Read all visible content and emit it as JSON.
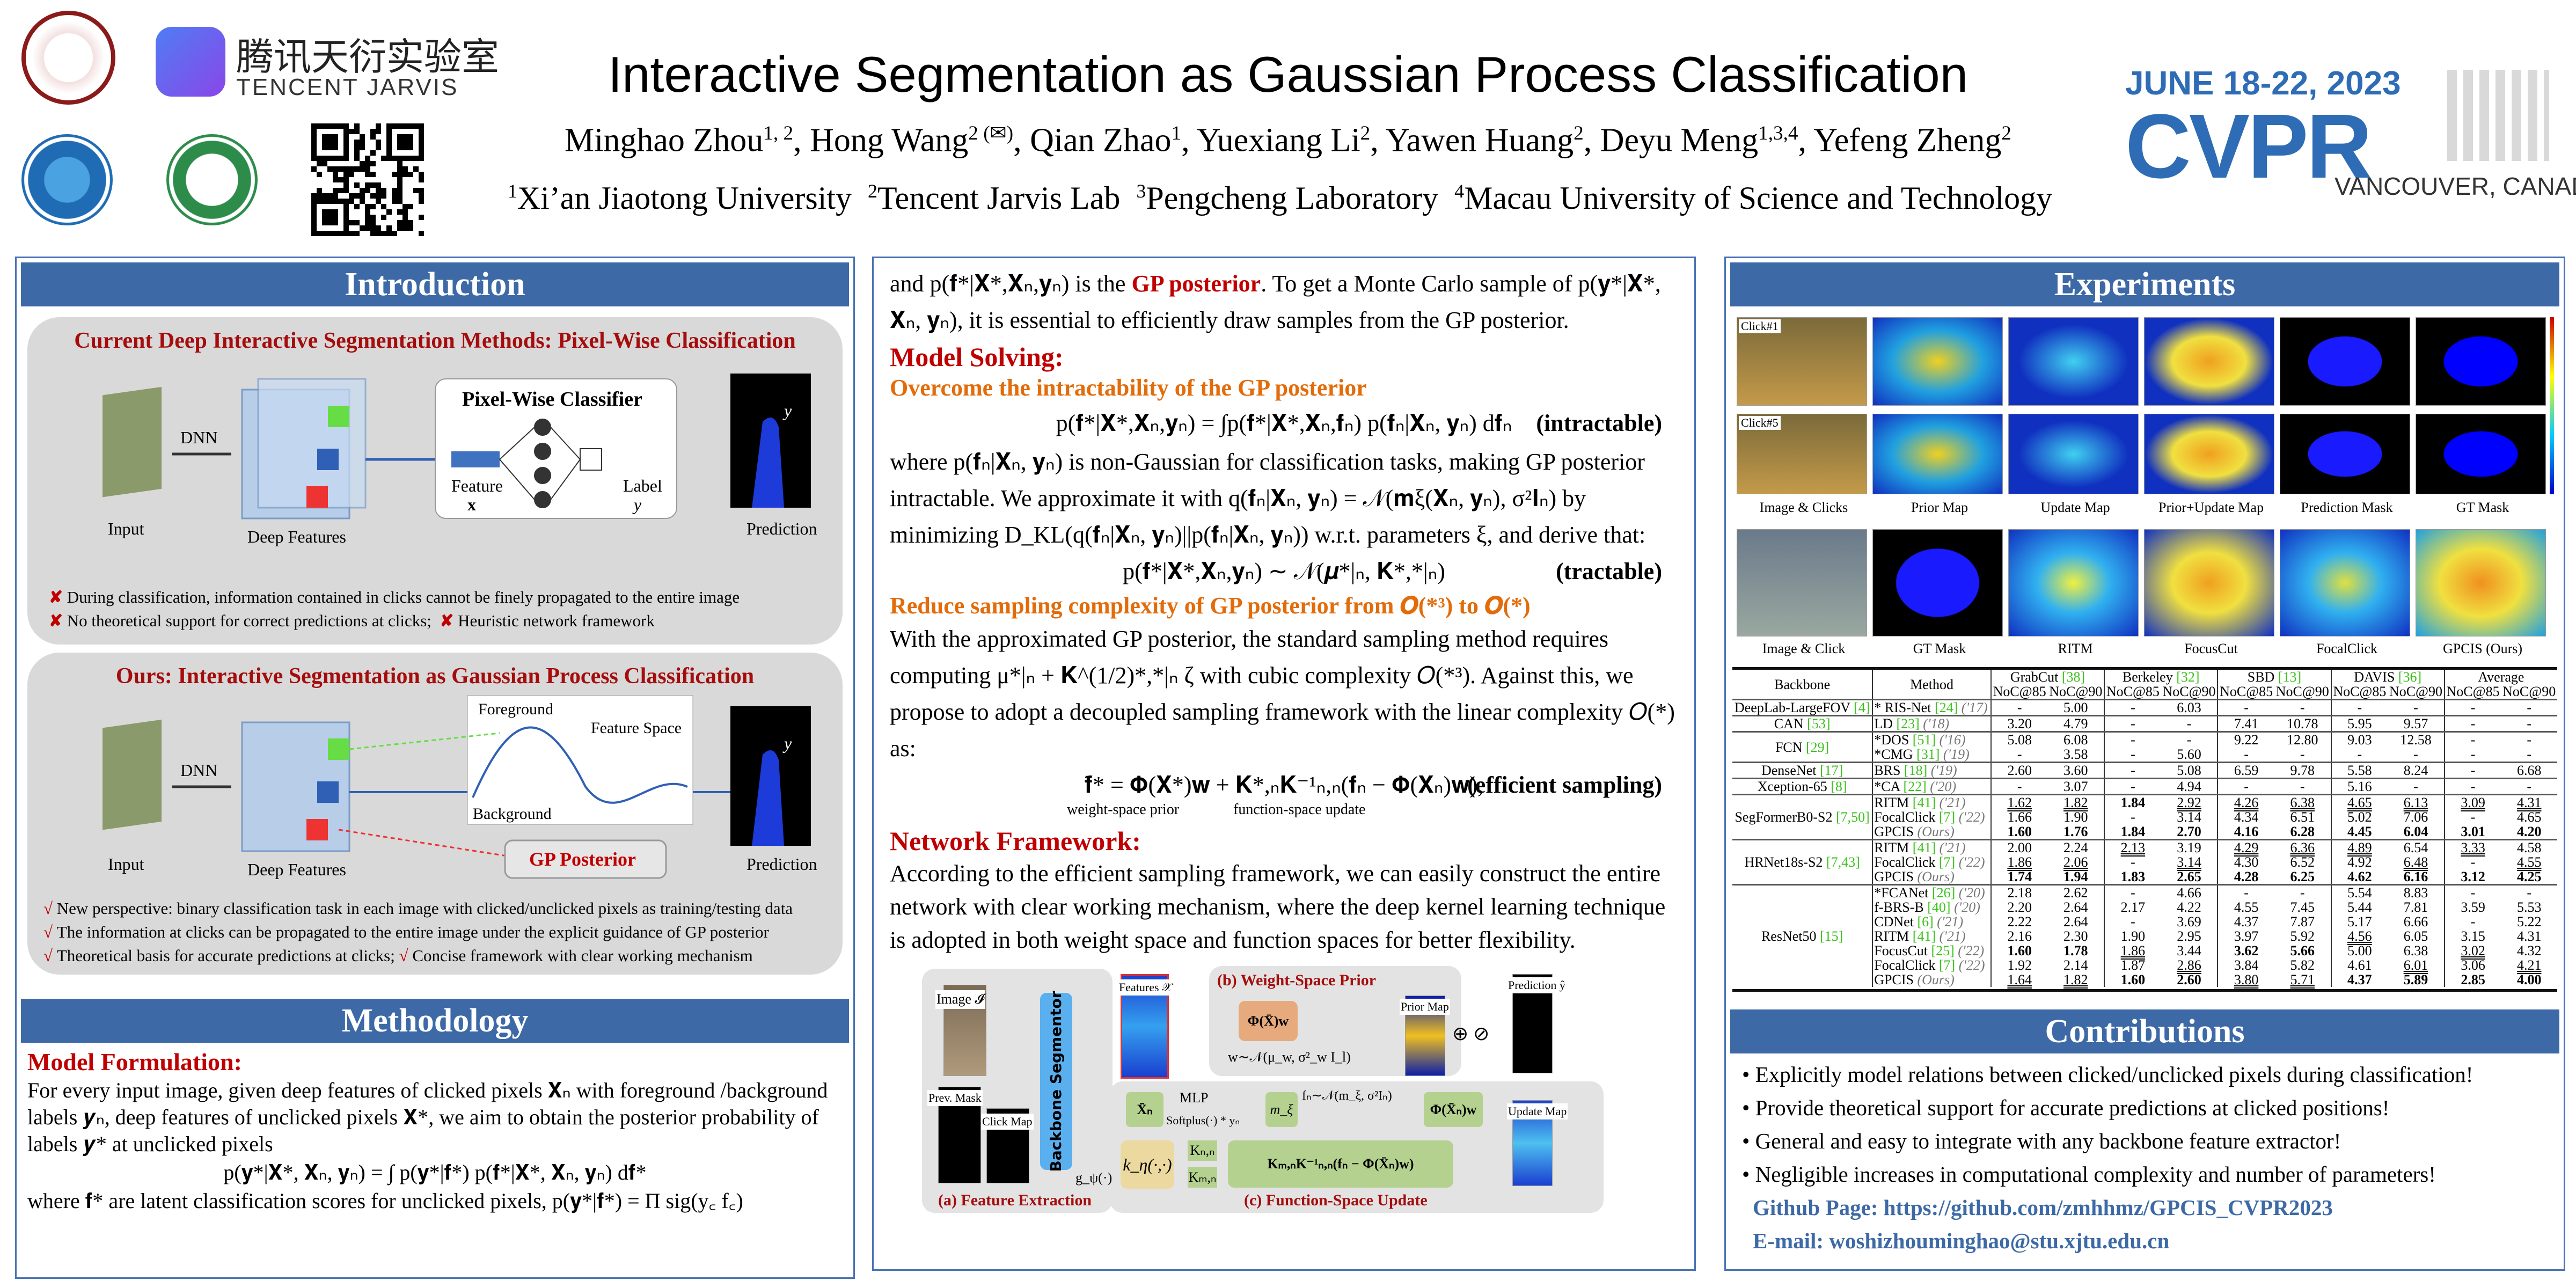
{
  "header": {
    "title": "Interactive Segmentation as Gaussian Process Classification",
    "authors": [
      {
        "name": "Minghao Zhou",
        "aff": "1, 2"
      },
      {
        "name": "Hong Wang",
        "aff": "2 (✉)"
      },
      {
        "name": "Qian Zhao",
        "aff": "1"
      },
      {
        "name": "Yuexiang Li",
        "aff": "2"
      },
      {
        "name": "Yawen Huang",
        "aff": "2"
      },
      {
        "name": "Deyu Meng",
        "aff": "1,3,4"
      },
      {
        "name": "Yefeng Zheng",
        "aff": "2"
      }
    ],
    "affiliations": [
      {
        "num": "1",
        "name": "Xi’an Jiaotong University"
      },
      {
        "num": "2",
        "name": "Tencent Jarvis Lab"
      },
      {
        "num": "3",
        "name": "Pengcheng Laboratory"
      },
      {
        "num": "4",
        "name": "Macau University of Science and Technology"
      }
    ],
    "tencent_logo": {
      "cn": "腾讯天衍实验室",
      "en": "TENCENT JARVIS"
    },
    "cvpr": {
      "date": "JUNE 18-22, 2023",
      "name": "CVPR",
      "place": "VANCOUVER, CANADA"
    }
  },
  "colors": {
    "accent": "#3d6aa6",
    "red": "#c00000",
    "orange": "#e36c0a",
    "ref_green": "#39c21b"
  },
  "intro": {
    "heading": "Introduction",
    "box1": {
      "title": "Current Deep Interactive Segmentation Methods: Pixel-Wise Classification",
      "labels": {
        "input": "Input",
        "dnn": "DNN",
        "deep_features": "Deep Features",
        "classifier": "Pixel-Wise Classifier",
        "feature": "Feature",
        "feature_sym": "x",
        "label": "Label",
        "label_sym": "y",
        "prediction": "Prediction",
        "pred_sym": "y"
      },
      "bullets": [
        "During classification, information contained in clicks cannot be finely propagated to the entire image",
        "No theoretical support for correct predictions at clicks;",
        "Heuristic network framework"
      ]
    },
    "box2": {
      "title": "Ours: Interactive Segmentation as Gaussian Process Classification",
      "labels": {
        "input": "Input",
        "dnn": "DNN",
        "deep_features": "Deep Features",
        "foreground": "Foreground",
        "feature_space": "Feature Space",
        "background": "Background",
        "gp_posterior": "GP Posterior",
        "prediction": "Prediction",
        "pred_sym": "y"
      },
      "bullets": [
        "New perspective: binary classification task in each image with clicked/unclicked pixels as training/testing data",
        "The information at clicks can be propagated to the entire image under the explicit guidance of GP posterior",
        "Theoretical basis for accurate predictions at clicks;",
        "Concise framework with clear working mechanism"
      ]
    }
  },
  "methodology": {
    "heading": "Methodology",
    "subheading": "Model Formulation:",
    "para": "For every input image, given deep features of clicked pixels 𝐗ₙ with foreground /background labels 𝒚ₙ, deep features of unclicked pixels 𝐗*, we aim to obtain the posterior probability of labels 𝒚* at unclicked pixels",
    "equation": "p(𝐲*|𝐗*, 𝐗ₙ, 𝐲ₙ) = ∫ p(𝐲*|𝐟*) p(𝐟*|𝐗*, 𝐗ₙ, 𝐲ₙ) d𝐟*",
    "where": "where 𝐟* are latent classification scores for unclicked pixels, p(𝐲*|𝐟*) = Π sig(y꜀ f꜀)"
  },
  "middle": {
    "intro_para": "and p(𝐟*|𝐗*,𝐗ₙ,𝐲ₙ) is the GP posterior. To get a Monte Carlo sample of p(𝐲*|𝐗*, 𝐗ₙ, 𝐲ₙ), it is essential to efficiently draw samples from the GP posterior.",
    "gp_posterior_term": "GP posterior",
    "model_solving": "Model Solving:",
    "overcome": "Overcome the intractability of the GP posterior",
    "eq1": "p(𝐟*|𝐗*,𝐗ₙ,𝐲ₙ) = ∫p(𝐟*|𝐗*,𝐗ₙ,𝐟ₙ) p(𝐟ₙ|𝐗ₙ, 𝐲ₙ) d𝐟ₙ",
    "eq1_tag": "(intractable)",
    "where_para": "where p(𝐟ₙ|𝐗ₙ, 𝐲ₙ) is non-Gaussian for classification tasks, making GP posterior intractable. We approximate it with q(𝐟ₙ|𝐗ₙ, 𝐲ₙ) = 𝒩(𝐦ξ(𝐗ₙ, 𝐲ₙ), σ²𝐈ₙ) by minimizing D_KL(q(𝐟ₙ|𝐗ₙ, 𝐲ₙ)||p(𝐟ₙ|𝐗ₙ, 𝐲ₙ)) w.r.t. parameters ξ, and derive that:",
    "eq2": "p(𝐟*|𝐗*,𝐗ₙ,𝐲ₙ) ∼ 𝒩(𝝁*|ₙ, 𝐊*,*|ₙ)",
    "eq2_tag": "(tractable)",
    "reduce": "Reduce sampling complexity of GP posterior from 𝑶(*³) to 𝑶(*)",
    "reduce_para": "With the approximated GP posterior,  the standard sampling method requires computing μ*|ₙ + 𝐊^(1/2)*,*|ₙ ζ with cubic complexity 𝑂(*³). Against this, we propose to adopt  a decoupled sampling framework with the linear complexity 𝑂(*) as:",
    "eq3": "𝐟̃* = 𝚽(𝐗*)𝐰 + 𝐊*,ₙ𝐊⁻¹ₙ,ₙ(𝐟ₙ − 𝚽(𝐗ₙ)𝐰),",
    "eq3_under1": "weight-space prior",
    "eq3_under2": "function-space update",
    "eq3_tag": "(efficient sampling)",
    "network": "Network Framework:",
    "network_para": "According to the efficient sampling framework, we can easily construct the entire network with clear working mechanism, where the deep kernel learning technique is adopted in both weight space and function spaces for better flexibility.",
    "figure": {
      "image": "Image 𝓘",
      "prev_mask": "Prev. Mask",
      "click_map": "Click Map",
      "backbone": "Backbone Segmentor",
      "g_psi": "g_ψ(·)",
      "features": "Features 𝒳",
      "weight_prior": "(b) Weight-Space Prior",
      "phi_w": "Φ(X̄)w",
      "w_dist": "w∼𝒩(μ_w, σ²_w I_l)",
      "prior_map": "Prior Map",
      "prediction": "Prediction ŷ",
      "xn": "X̄ₙ",
      "mlp": "MLP",
      "softplus": "Softplus(·) * yₙ",
      "m_xi": "m_ξ",
      "fn_dist": "fₙ∼𝒩(m_ξ, σ²Iₙ)",
      "phi_xn_w": "Φ(X̄ₙ)w",
      "kernel": "k_η(·,·)",
      "knn": "Kₙ,ₙ",
      "kmn": "Kₘ,ₙ",
      "update_expr": "Kₘ,ₙK⁻¹ₙ,ₙ(fₙ − Φ(X̄ₙ)w)",
      "update_map": "Update Map",
      "feat_extraction": "(a) Feature Extraction",
      "func_update": "(c) Function-Space Update"
    }
  },
  "experiments": {
    "heading": "Experiments",
    "row1_tags": [
      "Click#1",
      "Click#5"
    ],
    "row1_captions": [
      "Image & Clicks",
      "Prior Map",
      "Update Map",
      "Prior+Update Map",
      "Prediction Mask",
      "GT Mask"
    ],
    "row2_captions": [
      "Image & Click",
      "GT Mask",
      "RITM",
      "FocusCut",
      "FocalClick",
      "GPCIS (Ours)"
    ],
    "table": {
      "col_backbone": "Backbone",
      "col_method": "Method",
      "datasets": [
        {
          "name": "GrabCut",
          "ref": "[38]"
        },
        {
          "name": "Berkeley",
          "ref": "[32]"
        },
        {
          "name": "SBD",
          "ref": "[13]"
        },
        {
          "name": "DAVIS",
          "ref": "[36]"
        },
        {
          "name": "Average",
          "ref": ""
        }
      ],
      "metrics": [
        "NoC@85",
        "NoC@90"
      ],
      "groups": [
        {
          "backbone": "DeepLab-LargeFOV",
          "ref": "[4]",
          "rows": [
            {
              "m": "* RIS-Net",
              "ref": "[24]",
              "yr": "('17)",
              "v": [
                "-",
                "5.00",
                "-",
                "6.03",
                "-",
                "-",
                "-",
                "-",
                "-",
                "-"
              ],
              "st": "nnnnnnnnnn"
            }
          ]
        },
        {
          "backbone": "CAN",
          "ref": "[53]",
          "rows": [
            {
              "m": "LD",
              "ref": "[23]",
              "yr": "('18)",
              "v": [
                "3.20",
                "4.79",
                "-",
                "-",
                "7.41",
                "10.78",
                "5.95",
                "9.57",
                "-",
                "-"
              ],
              "st": "nnnnnnnnnn"
            }
          ]
        },
        {
          "backbone": "FCN",
          "ref": "[29]",
          "rows": [
            {
              "m": "*DOS",
              "ref": "[51]",
              "yr": "('16)",
              "v": [
                "5.08",
                "6.08",
                "-",
                "-",
                "9.22",
                "12.80",
                "9.03",
                "12.58",
                "-",
                "-"
              ],
              "st": "nnnnnnnnnn"
            },
            {
              "m": "*CMG",
              "ref": "[31]",
              "yr": "('19)",
              "v": [
                "-",
                "3.58",
                "-",
                "5.60",
                "-",
                "-",
                "-",
                "-",
                "-",
                "-"
              ],
              "st": "nnnnnnnnnn"
            }
          ]
        },
        {
          "backbone": "DenseNet",
          "ref": "[17]",
          "rows": [
            {
              "m": "BRS",
              "ref": "[18]",
              "yr": "('19)",
              "v": [
                "2.60",
                "3.60",
                "-",
                "5.08",
                "6.59",
                "9.78",
                "5.58",
                "8.24",
                "-",
                "6.68"
              ],
              "st": "nnnnnnnnnn"
            }
          ]
        },
        {
          "backbone": "Xception-65",
          "ref": "[8]",
          "rows": [
            {
              "m": "*CA",
              "ref": "[22]",
              "yr": "('20)",
              "v": [
                "-",
                "3.07",
                "-",
                "4.94",
                "-",
                "-",
                "5.16",
                "-",
                "-",
                "-"
              ],
              "st": "nnnnnnnnnn"
            }
          ]
        },
        {
          "backbone": "SegFormerB0-S2",
          "ref": "[7,50]",
          "rows": [
            {
              "m": "RITM",
              "ref": "[41]",
              "yr": "('21)",
              "v": [
                "1.62",
                "1.82",
                "1.84",
                "2.92",
                "4.26",
                "6.38",
                "4.65",
                "6.13",
                "3.09",
                "4.31"
              ],
              "st": "uubuuuuuuu"
            },
            {
              "m": "FocalClick",
              "ref": "[7]",
              "yr": "('22)",
              "v": [
                "1.66",
                "1.90",
                "-",
                "3.14",
                "4.34",
                "6.51",
                "5.02",
                "7.06",
                "-",
                "4.65"
              ],
              "st": "nnnnnnnnnn"
            },
            {
              "m": "GPCIS",
              "ref": "",
              "yr": "(Ours)",
              "v": [
                "1.60",
                "1.76",
                "1.84",
                "2.70",
                "4.16",
                "6.28",
                "4.45",
                "6.04",
                "3.01",
                "4.20"
              ],
              "st": "bbbbbbbbbb"
            }
          ]
        },
        {
          "backbone": "HRNet18s-S2",
          "ref": "[7,43]",
          "rows": [
            {
              "m": "RITM",
              "ref": "[41]",
              "yr": "('21)",
              "v": [
                "2.00",
                "2.24",
                "2.13",
                "3.19",
                "4.29",
                "6.36",
                "4.89",
                "6.54",
                "3.33",
                "4.58"
              ],
              "st": "nnunuuunun"
            },
            {
              "m": "FocalClick",
              "ref": "[7]",
              "yr": "('22)",
              "v": [
                "1.86",
                "2.06",
                "-",
                "3.14",
                "4.30",
                "6.52",
                "4.92",
                "6.48",
                "-",
                "4.55"
              ],
              "st": "uununnnunu"
            },
            {
              "m": "GPCIS",
              "ref": "",
              "yr": "(Ours)",
              "v": [
                "1.74",
                "1.94",
                "1.83",
                "2.65",
                "4.28",
                "6.25",
                "4.62",
                "6.16",
                "3.12",
                "4.25"
              ],
              "st": "bbbbbbbbbb"
            }
          ]
        },
        {
          "backbone": "ResNet50",
          "ref": "[15]",
          "rows": [
            {
              "m": "*FCANet",
              "ref": "[26]",
              "yr": "('20)",
              "v": [
                "2.18",
                "2.62",
                "-",
                "4.66",
                "-",
                "-",
                "5.54",
                "8.83",
                "-",
                "-"
              ],
              "st": "nnnnnnnnnn"
            },
            {
              "m": "f-BRS-B",
              "ref": "[40]",
              "yr": "('20)",
              "v": [
                "2.20",
                "2.64",
                "2.17",
                "4.22",
                "4.55",
                "7.45",
                "5.44",
                "7.81",
                "3.59",
                "5.53"
              ],
              "st": "nnnnnnnnnn"
            },
            {
              "m": "CDNet",
              "ref": "[6]",
              "yr": "('21)",
              "v": [
                "2.22",
                "2.64",
                "-",
                "3.69",
                "4.37",
                "7.87",
                "5.17",
                "6.66",
                "-",
                "5.22"
              ],
              "st": "nnnnnnnnnn"
            },
            {
              "m": "RITM",
              "ref": "[41]",
              "yr": "('21)",
              "v": [
                "2.16",
                "2.30",
                "1.90",
                "2.95",
                "3.97",
                "5.92",
                "4.56",
                "6.05",
                "3.15",
                "4.31"
              ],
              "st": "nnnnnnunnn"
            },
            {
              "m": "FocusCut",
              "ref": "[25]",
              "yr": "('22)",
              "v": [
                "1.60",
                "1.78",
                "1.86",
                "3.44",
                "3.62",
                "5.66",
                "5.00",
                "6.38",
                "3.02",
                "4.32"
              ],
              "st": "bbunbbnnun"
            },
            {
              "m": "FocalClick",
              "ref": "[7]",
              "yr": "('22)",
              "v": [
                "1.92",
                "2.14",
                "1.87",
                "2.86",
                "3.84",
                "5.82",
                "4.61",
                "6.01",
                "3.06",
                "4.21"
              ],
              "st": "nnnunnnunu"
            },
            {
              "m": "GPCIS",
              "ref": "",
              "yr": "(Ours)",
              "v": [
                "1.64",
                "1.82",
                "1.60",
                "2.60",
                "3.80",
                "5.71",
                "4.37",
                "5.89",
                "2.85",
                "4.00"
              ],
              "st": "uubbuubbbb"
            }
          ]
        }
      ]
    }
  },
  "contributions": {
    "heading": "Contributions",
    "items": [
      "Explicitly model relations between clicked/unclicked pixels during classification!",
      "Provide theoretical support for accurate predictions at clicked positions!",
      "General and easy to integrate with any backbone feature extractor!",
      "Negligible increases in computational complexity and number of parameters!"
    ],
    "github": "Github Page: https://github.com/zmhhmz/GPCIS_CVPR2023",
    "email": "E-mail: woshizhouminghao@stu.xjtu.edu.cn"
  }
}
